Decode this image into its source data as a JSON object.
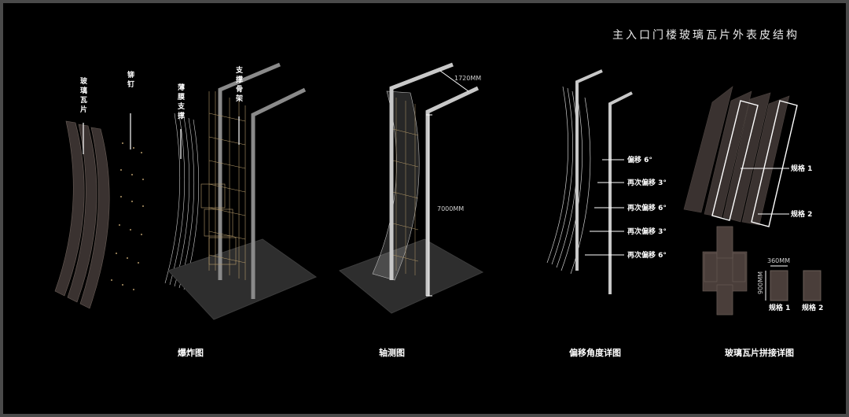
{
  "title": "主入口门楼玻璃瓦片外表皮结构",
  "captions": {
    "exploded": "爆炸图",
    "axonometric": "轴测图",
    "offset": "偏移角度详图",
    "splice": "玻璃瓦片拼接详图"
  },
  "exploded_labels": {
    "glass_tile": [
      "玻",
      "璃",
      "瓦",
      "片"
    ],
    "rivet": [
      "铆",
      "钉"
    ],
    "membrane": [
      "薄",
      "膜",
      "支",
      "撑"
    ],
    "frame": [
      "支",
      "撑",
      "骨",
      "架"
    ]
  },
  "axon_dims": {
    "width": "1720MM",
    "height": "7000MM"
  },
  "offset_labels": [
    "偏移 6°",
    "再次偏移 3°",
    "再次偏移 6°",
    "再次偏移 3°",
    "再次偏移 6°"
  ],
  "splice": {
    "spec1": "规格 1",
    "spec2": "规格 2",
    "tile_width": "360MM",
    "tile_height": "900MM",
    "small_spec1": "规格 1",
    "small_spec2": "规格 2"
  },
  "colors": {
    "background": "#000000",
    "frame": "#4a4a4a",
    "tile": "#3a3230",
    "platform": "#2e2e2e",
    "column": "#c8c8c8",
    "accent_gold": "#b59a6a"
  }
}
